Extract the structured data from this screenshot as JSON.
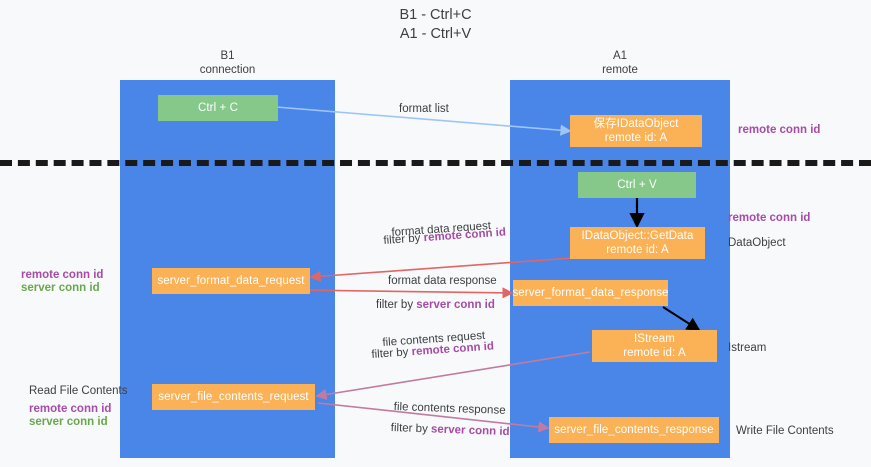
{
  "title": {
    "line1": "B1 - Ctrl+C",
    "line2": "A1 - Ctrl+V"
  },
  "lanes": [
    {
      "name": "b1",
      "title": "B1",
      "subtitle": "connection"
    },
    {
      "name": "a1",
      "title": "A1",
      "subtitle": "remote"
    }
  ],
  "nodes": {
    "ctrl_c": {
      "label": "Ctrl + C",
      "color": "#85c88a"
    },
    "save_idataobject_l1": {
      "label": "保存IDataObject",
      "color": "#fbb155"
    },
    "save_idataobject_l2": {
      "label": "remote id: A"
    },
    "ctrl_v": {
      "label": "Ctrl + V",
      "color": "#85c88a"
    },
    "getdata_l1": {
      "label": "IDataObject::GetData",
      "color": "#fbb155"
    },
    "getdata_l2": {
      "label": "remote id: A"
    },
    "server_format_data_request": {
      "label": "server_format_data_request"
    },
    "server_format_data_response": {
      "label": "server_format_data_response"
    },
    "istream_l1": {
      "label": "IStream"
    },
    "istream_l2": {
      "label": "remote id: A"
    },
    "server_file_contents_request": {
      "label": "server_file_contents_request"
    },
    "server_file_contents_response": {
      "label": "server_file_contents_response"
    }
  },
  "edge_labels": {
    "format_list": "format list",
    "format_data_request": "format data request",
    "format_data_req_filter_prefix": "filter by ",
    "format_data_req_filter_key": "remote conn id",
    "format_data_response": "format data response",
    "format_data_res_filter_prefix": "filter by ",
    "format_data_res_filter_key": "server conn id",
    "file_contents_request": "file contents request",
    "file_contents_req_filter_prefix": "filter by ",
    "file_contents_req_filter_key": "remote conn id",
    "file_contents_response": "file contents response",
    "file_contents_res_filter_prefix": "filter by ",
    "file_contents_res_filter_key": "server conn id"
  },
  "side_labels": {
    "right_remote_conn_id_1": "remote conn id",
    "right_remote_conn_id_2": "remote conn id",
    "dataobject": "DataObject",
    "istream": "Istream",
    "write_file_contents": "Write File Contents",
    "left_remote_conn_id_1": "remote conn id",
    "left_server_conn_id_1": "server conn id",
    "read_file_contents": "Read File Contents",
    "left_remote_conn_id_2": "remote conn id",
    "left_server_conn_id_2": "server conn id"
  },
  "colors": {
    "lane": "#4a86e8",
    "green_node": "#85c88a",
    "orange_node": "#fbb155",
    "accent_purple": "#a64ca6",
    "accent_green": "#6aa84f",
    "arrow_blue": "#9fc5f8",
    "arrow_red": "#e06666",
    "arrow_magenta": "#c27ba0",
    "arrow_black": "#000000",
    "divider": "#1a1a1a",
    "background": "#f8f9fa"
  }
}
